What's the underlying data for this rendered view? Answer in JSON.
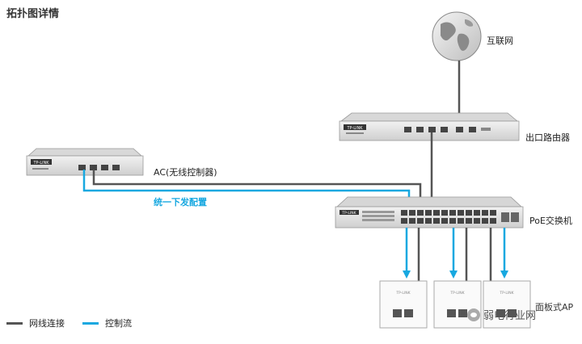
{
  "page": {
    "title": "拓扑图详情"
  },
  "nodes": {
    "internet": {
      "label": "互联网"
    },
    "router": {
      "label": "出口路由器",
      "brand": "TP-LINK"
    },
    "ac": {
      "label": "AC(无线控制器)",
      "brand": "TP-LINK"
    },
    "poe_switch": {
      "label": "PoE交换机",
      "brand": "TP-LINK"
    },
    "ap": {
      "label": "面板式AP",
      "brand": "TP-LINK",
      "count": 3
    }
  },
  "annotations": {
    "control_flow": "统一下发配置"
  },
  "legend": {
    "items": [
      {
        "label": "网线连接",
        "color": "#555555"
      },
      {
        "label": "控制流",
        "color": "#17a8e0"
      }
    ]
  },
  "colors": {
    "cable": "#555555",
    "control": "#17a8e0",
    "device_body": "#e4e4e4"
  },
  "watermark": {
    "text": "弱电行业网"
  }
}
